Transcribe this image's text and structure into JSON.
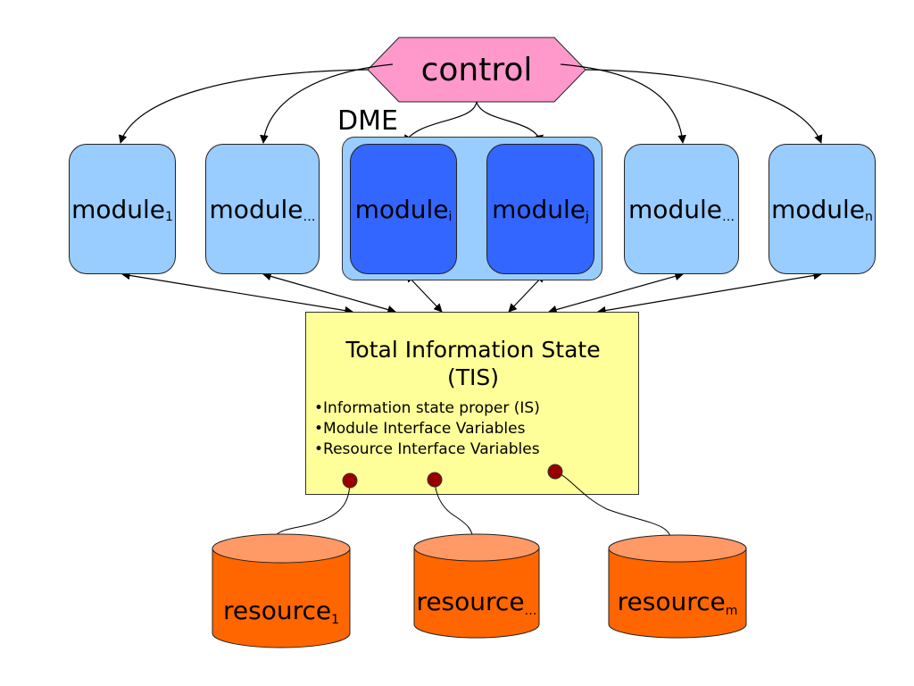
{
  "control": {
    "label": "control"
  },
  "dme": {
    "label": "DME"
  },
  "modules": [
    {
      "base": "module",
      "sub": "1"
    },
    {
      "base": "module",
      "sub": "…"
    },
    {
      "base": "module",
      "sub": "i"
    },
    {
      "base": "module",
      "sub": "j"
    },
    {
      "base": "module",
      "sub": "…"
    },
    {
      "base": "module",
      "sub": "n"
    }
  ],
  "tis": {
    "title_line1": "Total Information State",
    "title_line2": "(TIS)",
    "items": [
      "Information state proper (IS)",
      "Module Interface Variables",
      "Resource Interface Variables"
    ]
  },
  "resources": [
    {
      "base": "resource",
      "sub": "1"
    },
    {
      "base": "resource",
      "sub": "…"
    },
    {
      "base": "resource",
      "sub": "m"
    }
  ],
  "colors": {
    "control_fill": "#ff99cc",
    "module_fill": "#99ccff",
    "module_active_fill": "#3366ff",
    "tis_fill": "#ffff99",
    "resource_body": "#ff6600",
    "resource_top": "#ff9966",
    "connector_dot": "#990000"
  }
}
